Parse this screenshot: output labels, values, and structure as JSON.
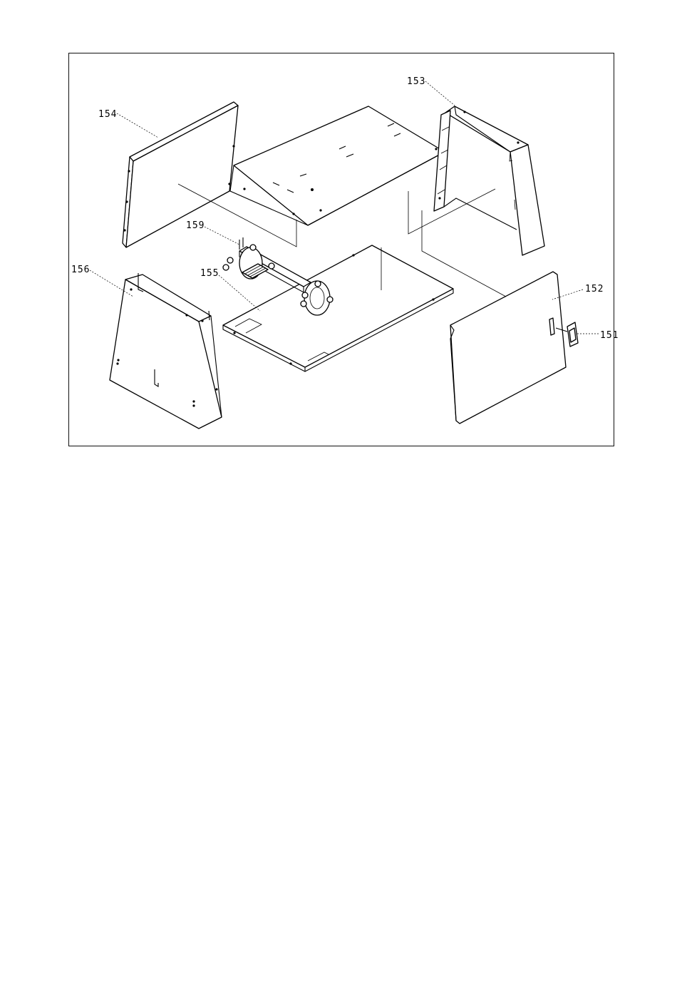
{
  "callouts": [
    {
      "id": "151",
      "text": "151"
    },
    {
      "id": "152",
      "text": "152"
    },
    {
      "id": "153",
      "text": "153"
    },
    {
      "id": "154",
      "text": "154"
    },
    {
      "id": "155",
      "text": "155"
    },
    {
      "id": "156",
      "text": "156"
    },
    {
      "id": "159",
      "text": "159"
    }
  ]
}
